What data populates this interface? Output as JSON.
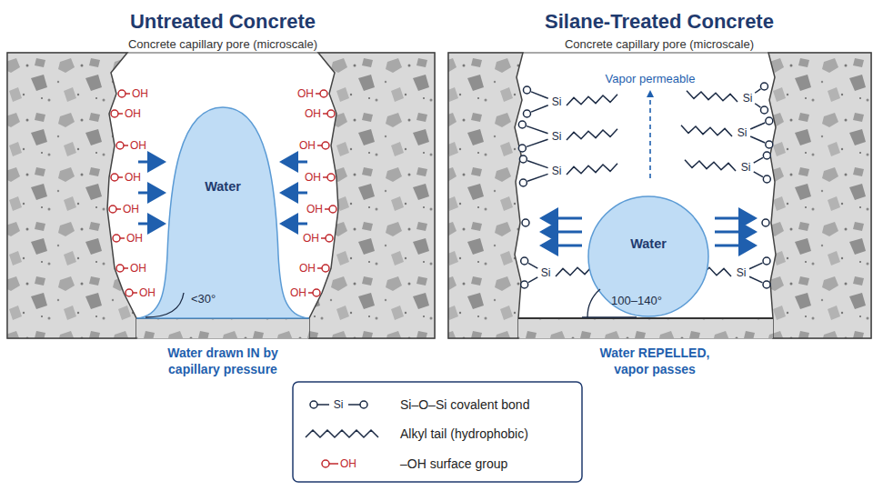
{
  "diagram": {
    "nodes": [
      {
        "text": [
          "Water"
        ]
      },
      {
        "text": [
          "Water"
        ]
      }
    ],
    "labels": [
      "Untreated Concrete",
      "Concrete capillary pore (microscale)",
      "Silane-Treated Concrete",
      "Concrete capillary pore (microscale)",
      "<30°",
      "Water drawn IN by capillary pressure",
      "Vapor permeable",
      "100–140°",
      "Water REPELLED, vapor passes",
      "OH",
      "OH",
      "OH",
      "OH",
      "OH",
      "OH",
      "OH",
      "OH",
      "OH",
      "OH",
      "OH",
      "OH",
      "OH",
      "OH",
      "OH",
      "OH",
      "Si",
      "Si",
      "Si",
      "Si",
      "Si",
      "Si",
      "Si",
      "Si",
      "Si",
      "OH"
    ],
    "legend": [
      {
        "text": "Si–O–Si covalent bond"
      },
      {
        "text": "Alkyl tail (hydrophobic)"
      },
      {
        "text": "–OH surface group"
      }
    ]
  }
}
